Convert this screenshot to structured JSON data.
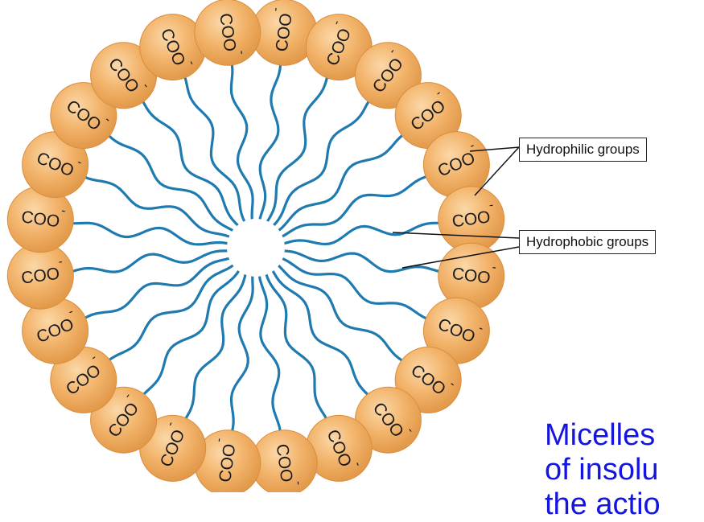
{
  "diagram": {
    "head_group_label": "COO",
    "head_charge": "-",
    "colors": {
      "head_fill": "#f2b36a",
      "head_edge": "#d98e3c",
      "tail": "#1f7ab0",
      "caption": "#1515e0"
    },
    "labels": {
      "hydrophilic": "Hydrophilic groups",
      "hydrophobic": "Hydrophobic groups"
    },
    "caption_lines": [
      "Micelles",
      "of insolu",
      "the actio"
    ]
  }
}
